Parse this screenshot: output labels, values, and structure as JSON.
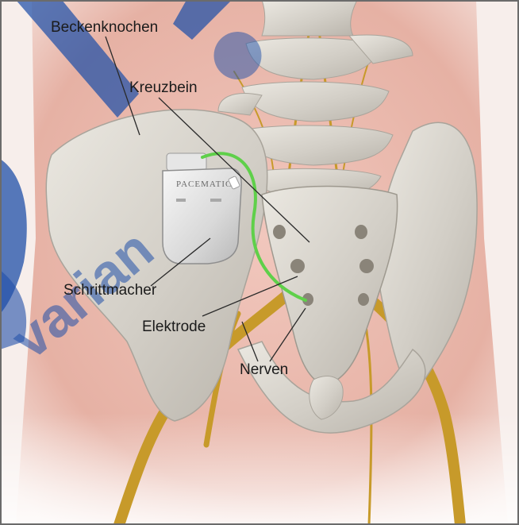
{
  "figure": {
    "labels": {
      "pelvic_bone": "Beckenknochen",
      "sacrum": "Kreuzbein",
      "pacemaker": "Schrittmacher",
      "electrode": "Elektrode",
      "nerves": "Nerven"
    },
    "device_brand": "PACEMATIC",
    "colors": {
      "skin": "#eab8ad",
      "bone": "#d6d3cc",
      "nerve": "#c79a2a",
      "lead": "#5fd04a",
      "watermark": "#1f4fa8",
      "frame": "#6b6b6b"
    }
  }
}
